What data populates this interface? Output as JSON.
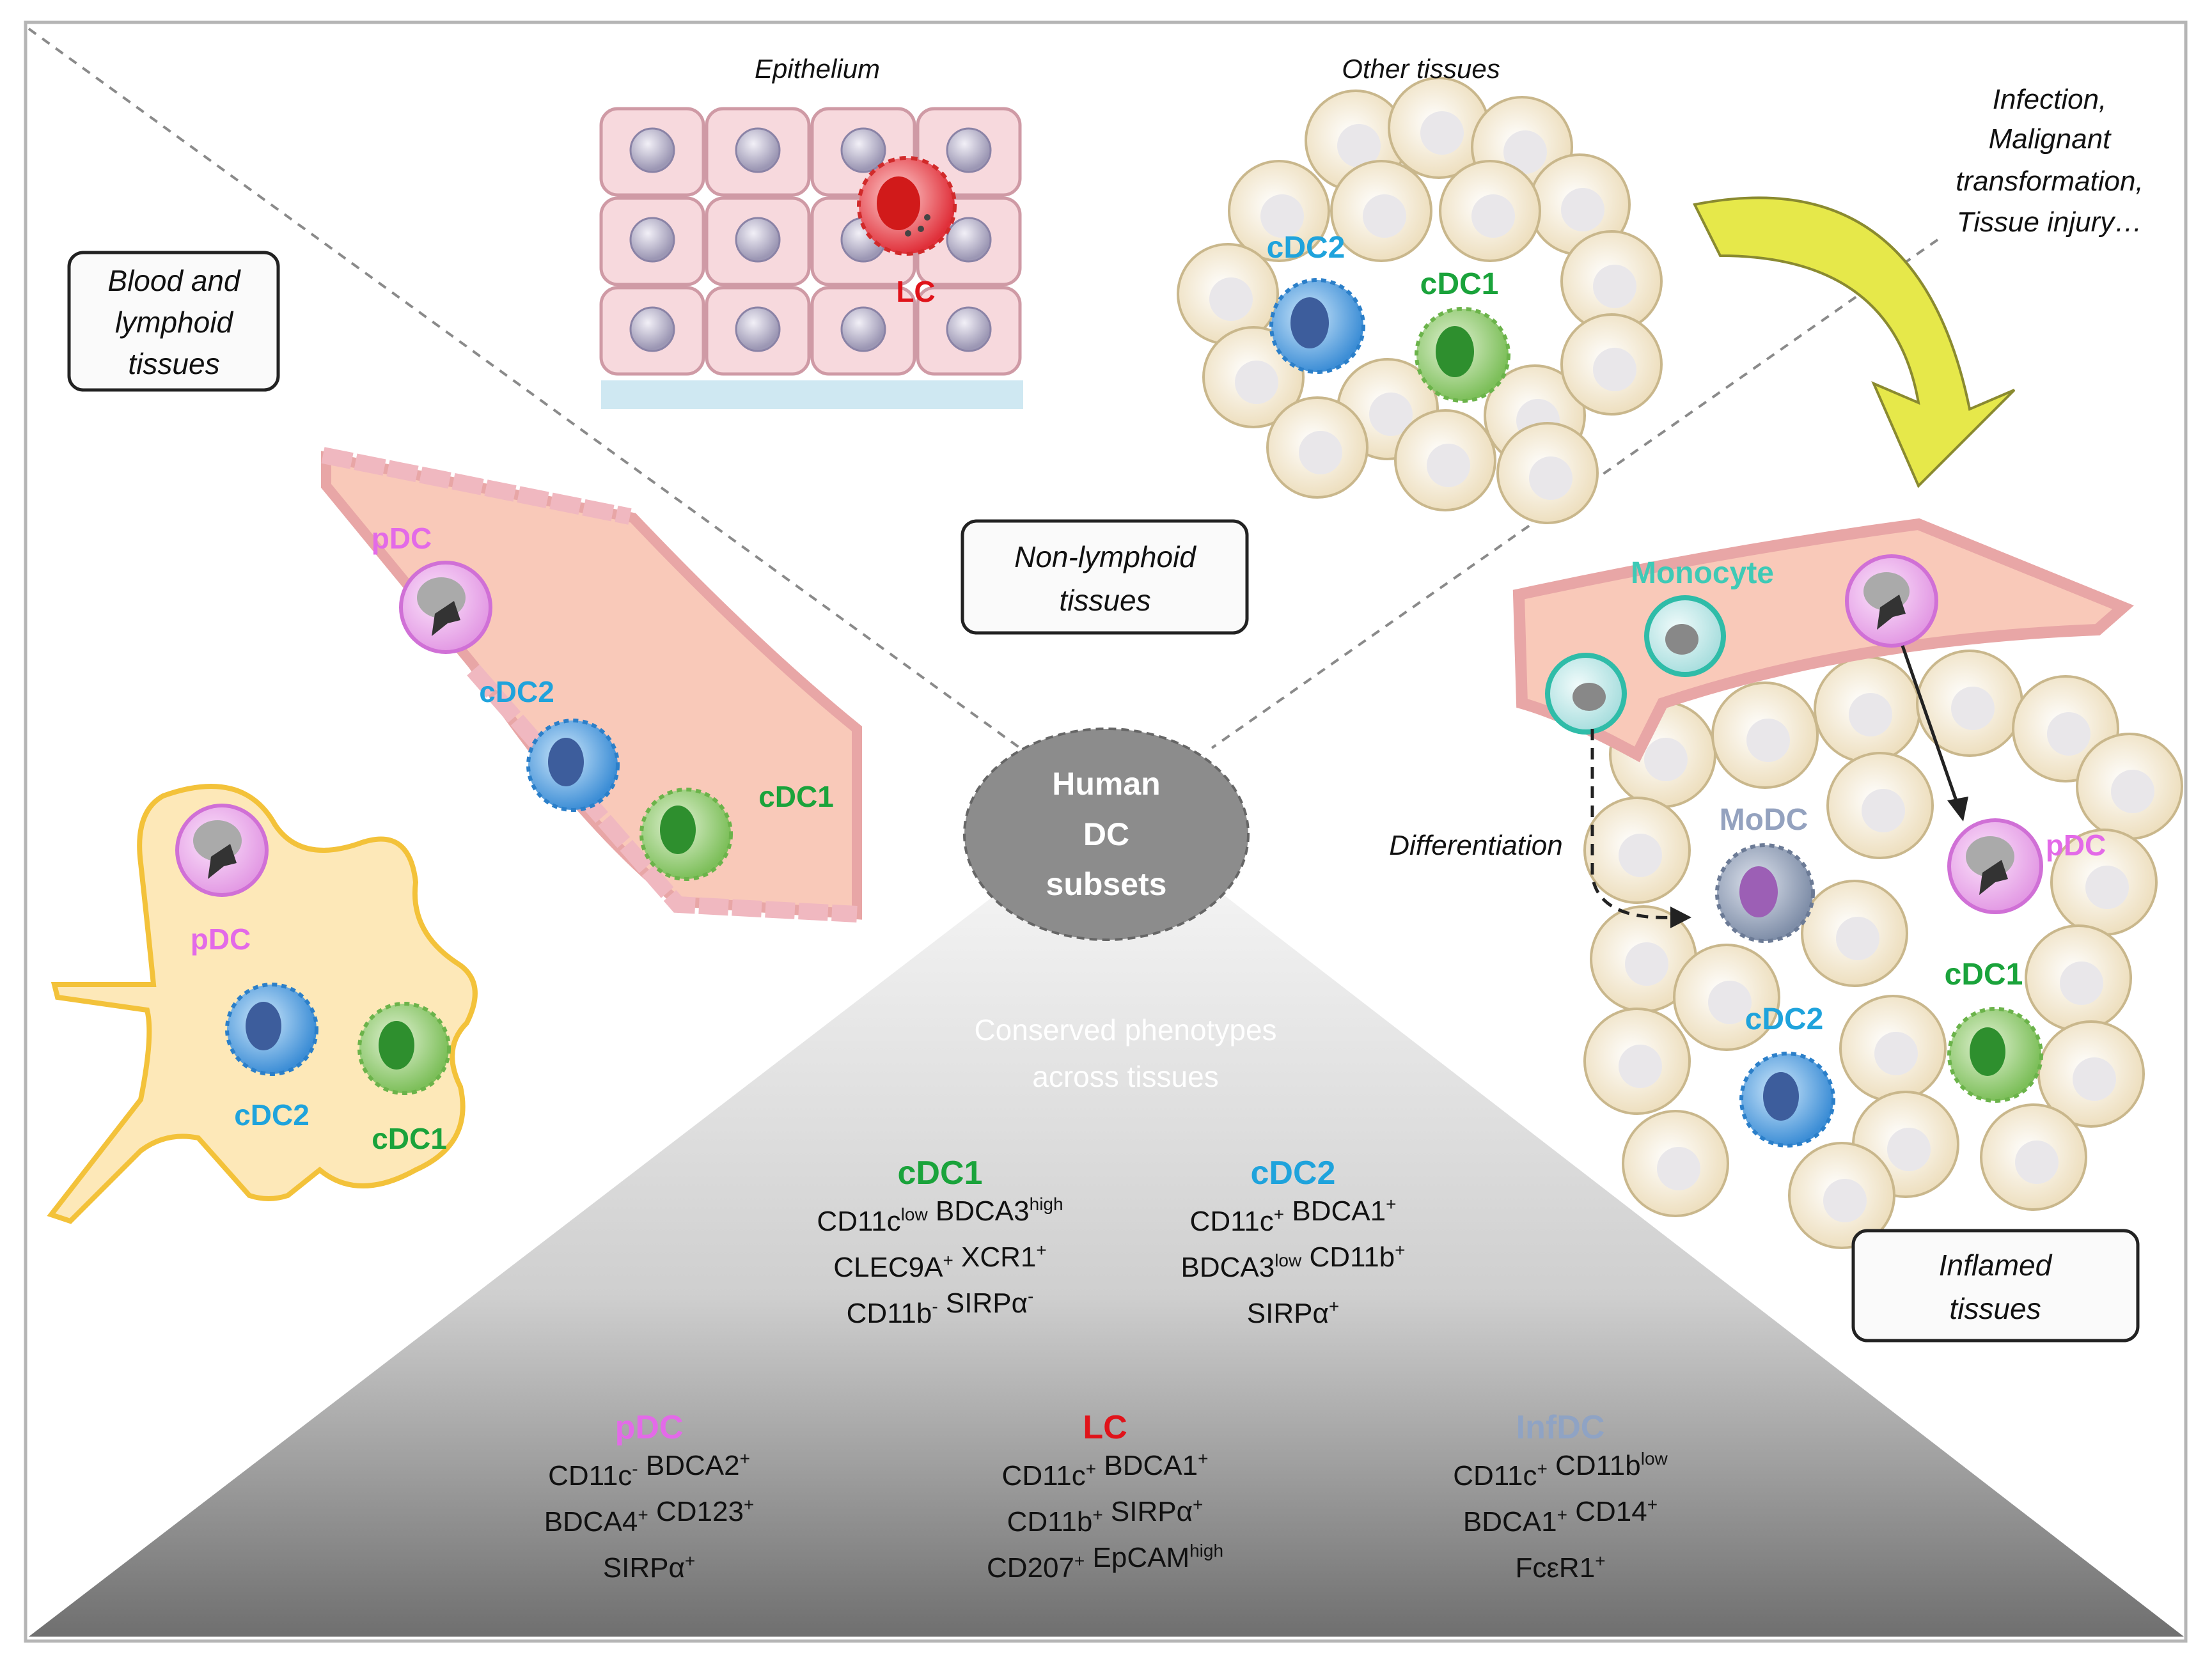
{
  "center": {
    "line1": "Human",
    "line2": "DC",
    "line3": "subsets"
  },
  "regions": {
    "blood_lymphoid": {
      "line1": "Blood and",
      "line2": "lymphoid",
      "line3": "tissues"
    },
    "non_lymphoid": {
      "line1": "Non-lymphoid",
      "line2": "tissues"
    },
    "inflamed": {
      "line1": "Inflamed",
      "line2": "tissues"
    }
  },
  "top_labels": {
    "epithelium": "Epithelium",
    "other_tissues": "Other tissues",
    "trigger_1": "Infection,",
    "trigger_2": "Malignant",
    "trigger_3": "transformation,",
    "trigger_4": "Tissue injury…"
  },
  "cell_labels": {
    "lc": "LC",
    "cdc1": "cDC1",
    "cdc2": "cDC2",
    "pdc": "pDC",
    "monocyte": "Monocyte",
    "modc": "MoDC",
    "differentiation": "Differentiation"
  },
  "phenotypes": {
    "title_1": "Conserved phenotypes",
    "title_2": "across tissues",
    "cdc1": {
      "name": "cDC1",
      "l1_a": "CD11c",
      "l1_a_sup": "low",
      "l1_b": " BDCA3",
      "l1_b_sup": "high",
      "l2_a": "CLEC9A",
      "l2_a_sup": "+",
      "l2_b": " XCR1",
      "l2_b_sup": "+",
      "l3_a": "CD11b",
      "l3_a_sup": "-",
      "l3_b": " SIRPα",
      "l3_b_sup": "-"
    },
    "cdc2": {
      "name": "cDC2",
      "l1_a": "CD11c",
      "l1_a_sup": "+",
      "l1_b": " BDCA1",
      "l1_b_sup": "+",
      "l2_a": "BDCA3",
      "l2_a_sup": "low",
      "l2_b": " CD11b",
      "l2_b_sup": "+",
      "l3_a": "SIRPα",
      "l3_a_sup": "+"
    },
    "pdc": {
      "name": "pDC",
      "l1_a": "CD11c",
      "l1_a_sup": "-",
      "l1_b": " BDCA2",
      "l1_b_sup": "+",
      "l2_a": "BDCA4",
      "l2_a_sup": "+",
      "l2_b": " CD123",
      "l2_b_sup": "+",
      "l3_a": "SIRPα",
      "l3_a_sup": "+"
    },
    "lc": {
      "name": "LC",
      "l1_a": "CD11c",
      "l1_a_sup": "+",
      "l1_b": " BDCA1",
      "l1_b_sup": "+",
      "l2_a": "CD11b",
      "l2_a_sup": "+",
      "l2_b": " SIRPα",
      "l2_b_sup": "+",
      "l3_a": "CD207",
      "l3_a_sup": "+",
      "l3_b": "  EpCAM",
      "l3_b_sup": "high"
    },
    "infdc": {
      "name": "InfDC",
      "l1_a": "CD11c",
      "l1_a_sup": "+",
      "l1_b": " CD11b",
      "l1_b_sup": "low",
      "l2_a": "BDCA1",
      "l2_a_sup": "+",
      "l2_b": " CD14",
      "l2_b_sup": "+",
      "l3_a": "FcεR1",
      "l3_a_sup": "+"
    }
  },
  "colors": {
    "cdc1": "#1aa33b",
    "cdc2": "#1fa3dc",
    "pdc": "#e36ae8",
    "lc": "#e0131a",
    "monocyte": "#3ecab6",
    "infdc": "#8fa3c4",
    "modc": "#94a2bf",
    "center_fill": "#8c8c8c",
    "arrow_fill": "#e6e84a"
  }
}
